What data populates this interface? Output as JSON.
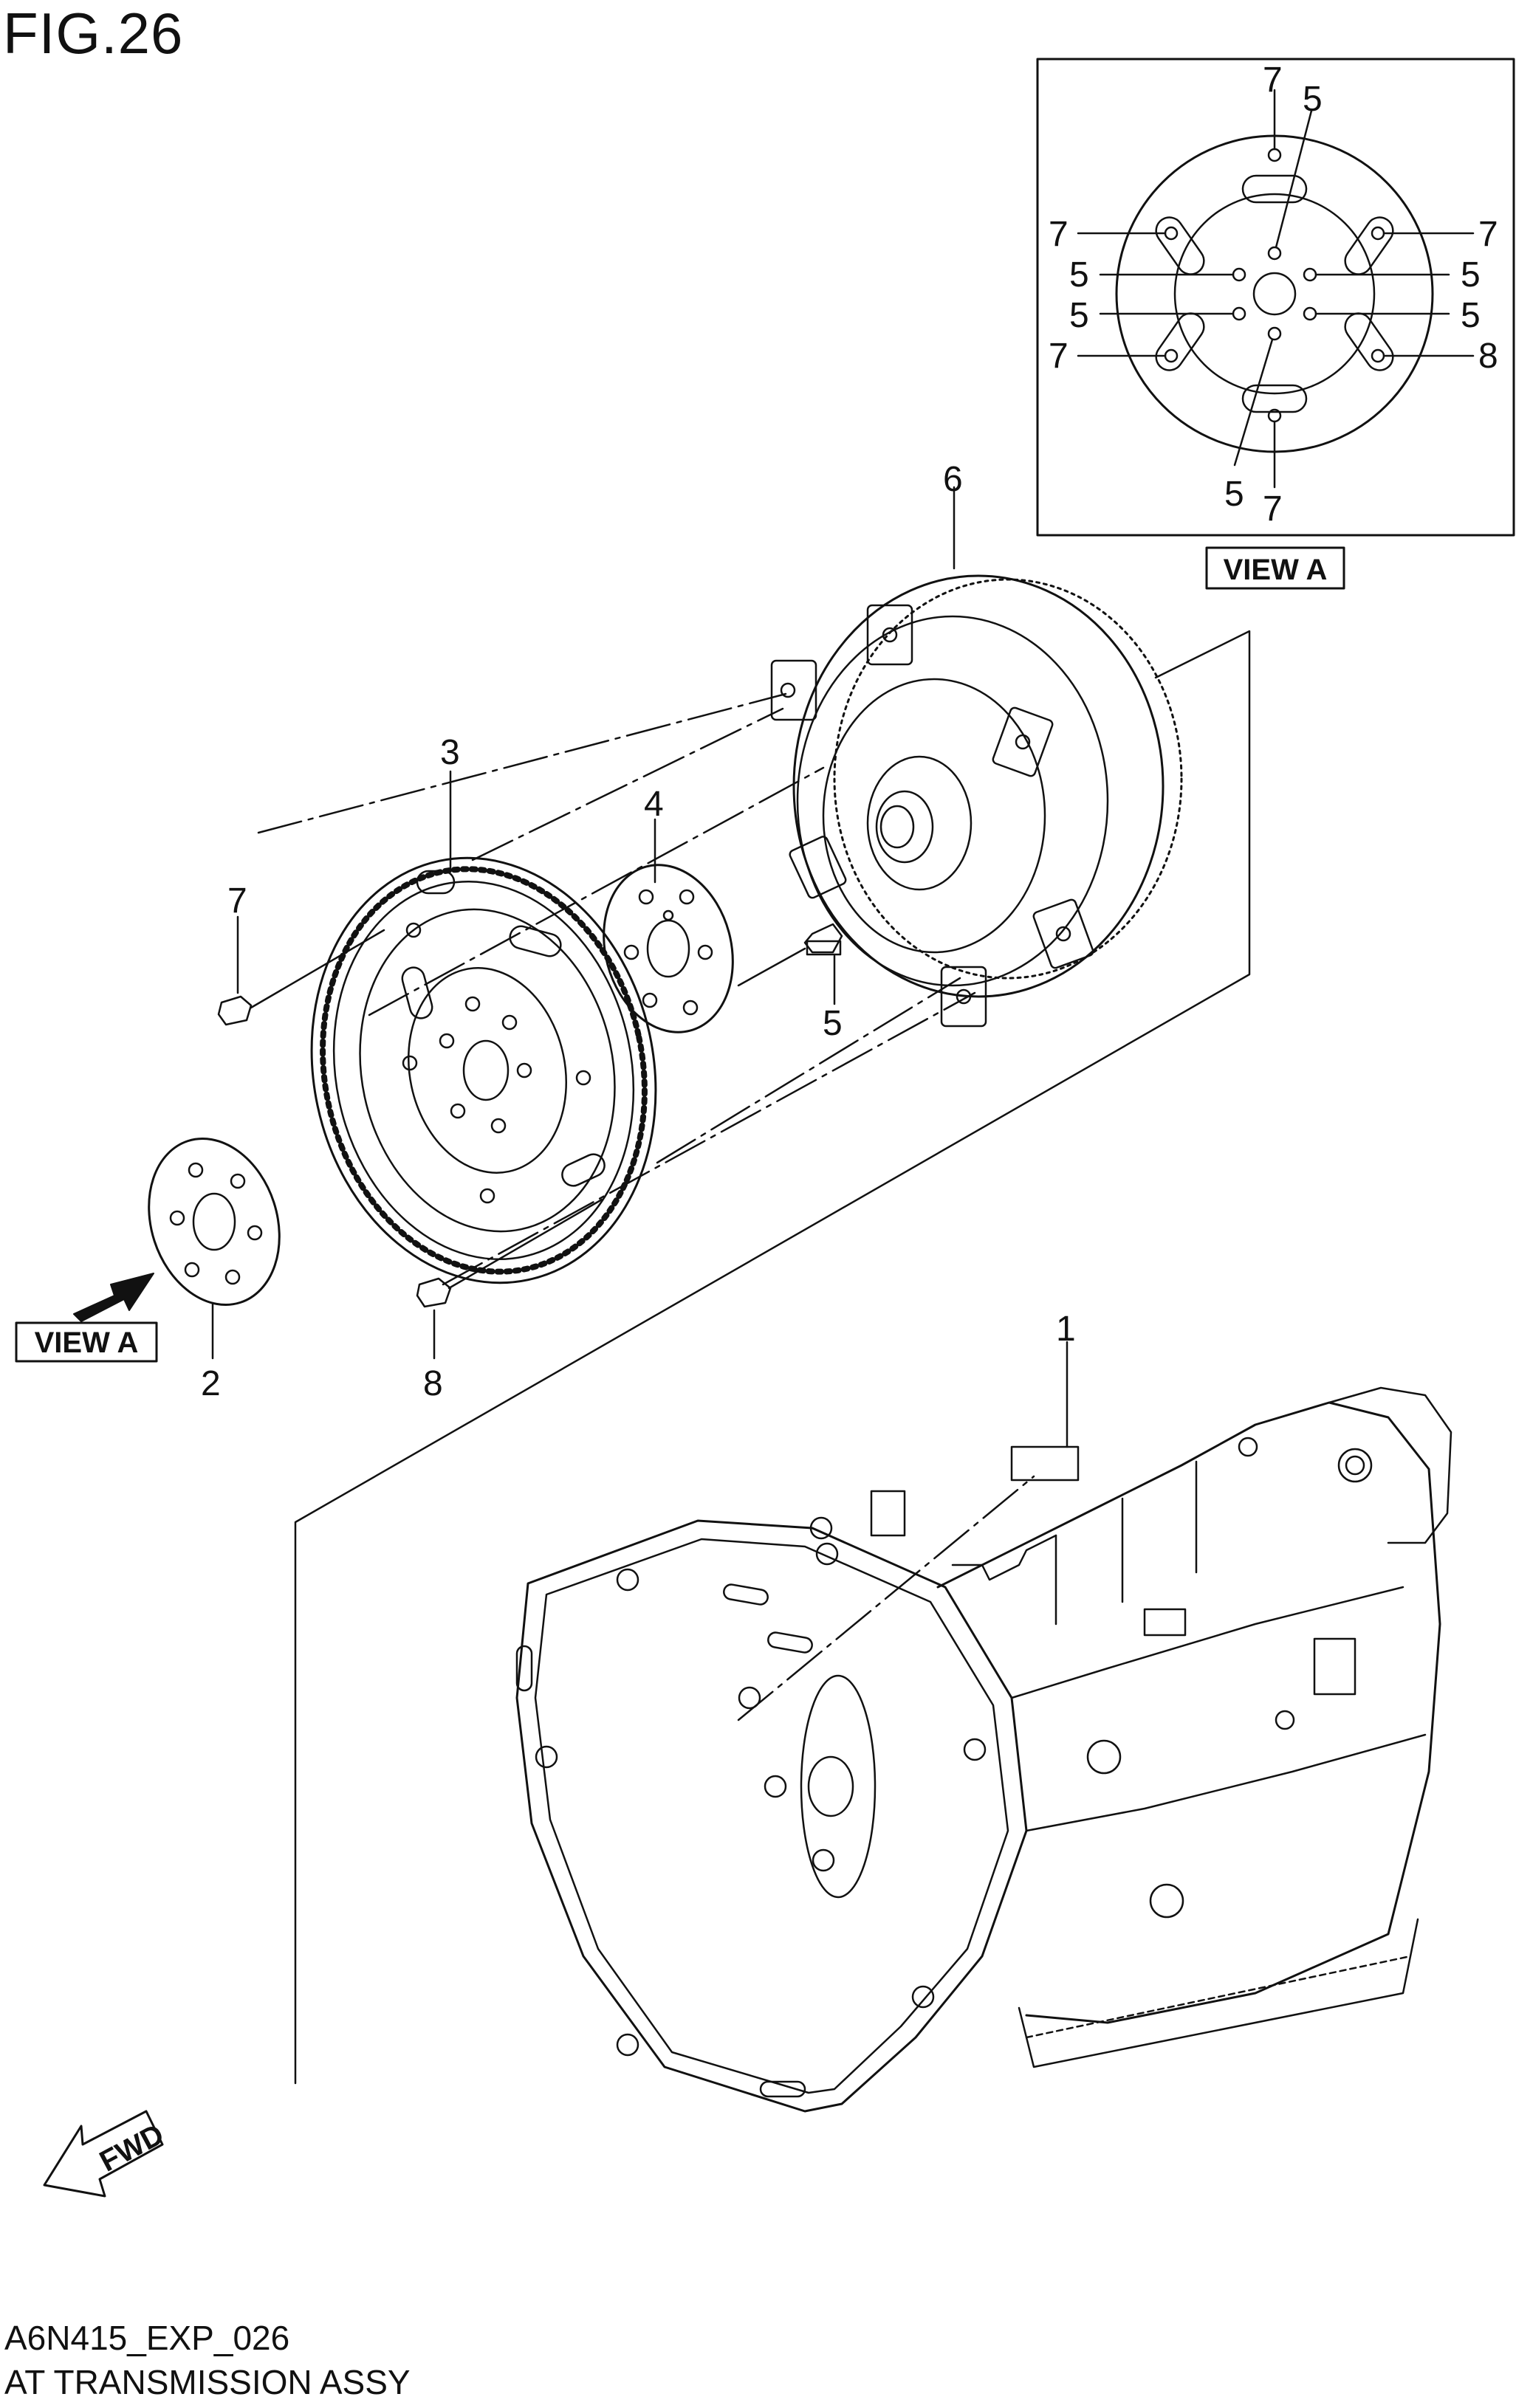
{
  "figure": {
    "title": "FIG.26",
    "code": "A6N415_EXP_026",
    "name": "AT TRANSMISSION ASSY"
  },
  "view_a": {
    "label": "VIEW A",
    "callouts": [
      "7",
      "5",
      "7",
      "7",
      "5",
      "5",
      "5",
      "5",
      "7",
      "8",
      "5",
      "7"
    ]
  },
  "parts": [
    {
      "ref": "1",
      "part": "transmission-case"
    },
    {
      "ref": "2",
      "part": "plate"
    },
    {
      "ref": "3",
      "part": "flywheel-ring-gear"
    },
    {
      "ref": "4",
      "part": "plate"
    },
    {
      "ref": "5",
      "part": "bolt"
    },
    {
      "ref": "6",
      "part": "torque-converter"
    },
    {
      "ref": "7",
      "part": "bolt"
    },
    {
      "ref": "8",
      "part": "bolt"
    }
  ],
  "view_a_pointer_label": "VIEW A",
  "fwd_label": "FWD",
  "colors": {
    "line": "#111111",
    "background": "#ffffff"
  }
}
